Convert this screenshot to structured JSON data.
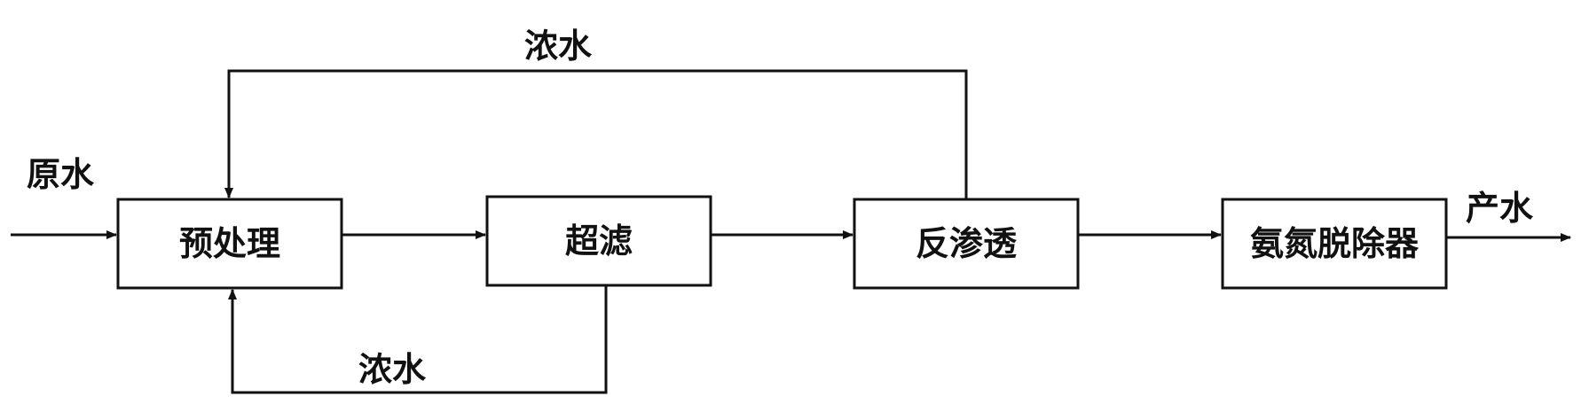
{
  "nodes": {
    "pretreatment": "预处理",
    "ultrafiltration": "超滤",
    "reverse_osmosis": "反渗透",
    "ammonia_removal": "氨氮脱除器"
  },
  "flows": {
    "raw_water": "原水",
    "product_water": "产水",
    "concentrate_ro": "浓水",
    "concentrate_uf": "浓水"
  },
  "colors": {
    "line": "#111111",
    "background": "#ffffff"
  }
}
